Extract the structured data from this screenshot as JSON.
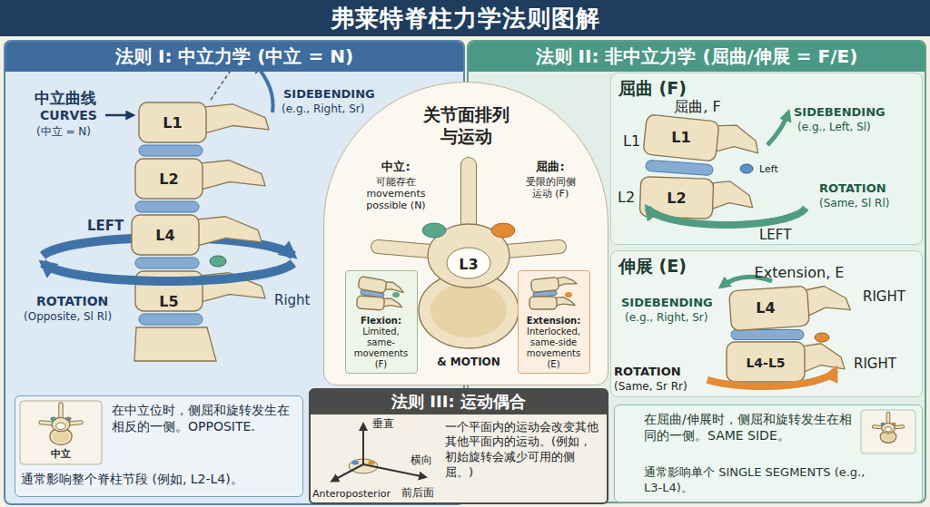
{
  "diagram": {
    "title": "弗莱特脊柱力学法则图解",
    "nodes": [
      {
        "text": [
          "法则 I: 中立力学 (中立 = N)"
        ]
      },
      {
        "text": [
          "在中立位时，侧屈和旋转发生在相反的一侧。OPPOSITE.",
          "通常影响整个脊柱节段 (例如, L2-L4)。"
        ],
        "in": 0
      },
      {
        "text": [
          "关节面排列与运动"
        ]
      },
      {
        "text": [
          "Flexion:",
          "Limited, same-movements (F)"
        ],
        "in": 2
      },
      {
        "text": [
          "Extension:",
          "Interlocked, same-side movements (E)"
        ],
        "in": 2
      },
      {
        "text": [
          "法则 II: 非中立力学 (屈曲/伸展 = F/E)"
        ]
      },
      {
        "text": [
          "屈曲 (F)"
        ],
        "in": 5
      },
      {
        "text": [
          "伸展 (E)"
        ],
        "in": 5
      },
      {
        "text": [
          "在屈曲/伸展时，侧屈和旋转发生在相同的一侧。SAME SIDE。",
          "通常影响单个 SINGLE SEGMENTS (e.g., L3-L4)。"
        ],
        "in": 5
      },
      {
        "text": [
          "法则 III: 运动偶合",
          "一个平面内的运动会改变其他其他平面内的运动。(例如，初始旋转会减少可用的侧屈。)"
        ]
      }
    ],
    "labels": [
      "中立曲线",
      "CURVES",
      "(中立 = N)",
      "SIDEBENDING",
      "(e.g., Right, Sr)",
      "L1",
      "L2",
      "LEFT",
      "L4",
      "ROTATION",
      "(Opposite, Sl Rl)",
      "L5",
      "Right",
      "中立",
      "中立:",
      "可能存在 movements possible (N)",
      "屈曲:",
      "受限的同侧运动 (F)",
      "L3",
      "& MOTION",
      "屈曲, F",
      "L1",
      "L1",
      "SIDEBENDING",
      "(e.g., Left, Sl)",
      "L2",
      "L2",
      "Left",
      "ROTATION",
      "(Same, Sl Rl)",
      "LEFT",
      "Extension, E",
      "L4",
      "RIGHT",
      "SIDEBENDING",
      "(e.g., Right, Sr)",
      "ROTATION",
      "(Same, Sr Rr)",
      "L4-L5",
      "RIGHT",
      "垂直",
      "横向",
      "Anteroposterior",
      "前后面"
    ]
  }
}
